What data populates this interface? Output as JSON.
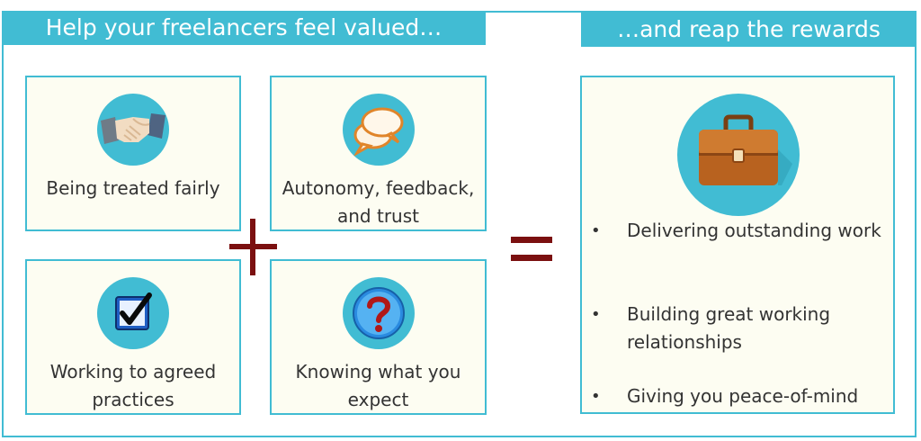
{
  "header_left": "Help your freelancers feel valued…",
  "header_right": "…and reap the rewards",
  "cards": [
    {
      "text": "Being treated fairly",
      "icon": "handshake-icon"
    },
    {
      "text": "Autonomy, feedback, and trust",
      "icon": "speech-bubbles-icon"
    },
    {
      "text": "Working to agreed practices",
      "icon": "checkbox-icon"
    },
    {
      "text": "Knowing what you expect",
      "icon": "question-mark-icon"
    }
  ],
  "operators": {
    "plus": "+",
    "equals": "="
  },
  "rewards": {
    "icon": "briefcase-icon",
    "items": [
      "Delivering outstanding work",
      "Building great working relationships",
      "Giving you peace-of-mind"
    ]
  },
  "colors": {
    "accent": "#41bcd3",
    "operator": "#7b1010",
    "card_bg": "#fdfdf2",
    "text": "#333333"
  }
}
